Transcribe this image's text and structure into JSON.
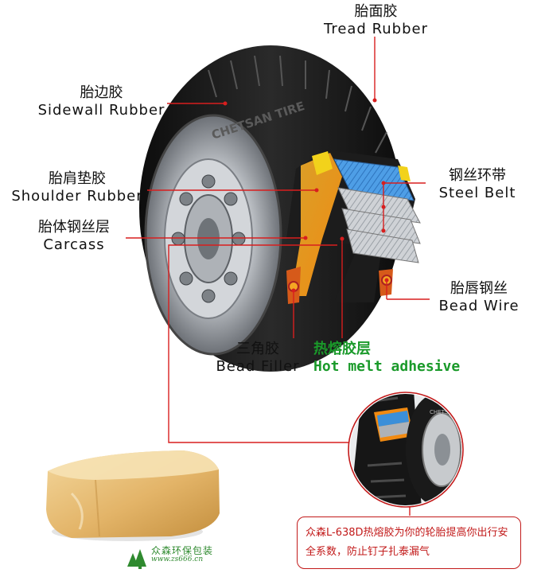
{
  "labels": {
    "tread_rubber": {
      "cn": "胎面胶",
      "en": "Tread Rubber"
    },
    "sidewall_rubber": {
      "cn": "胎边胶",
      "en": "Sidewall Rubber"
    },
    "shoulder_rubber": {
      "cn": "胎肩垫胶",
      "en": "Shoulder Rubber"
    },
    "carcass": {
      "cn": "胎体钢丝层",
      "en": "Carcass"
    },
    "steel_belt": {
      "cn": "钢丝环带",
      "en": "Steel Belt"
    },
    "bead_wire": {
      "cn": "胎唇钢丝",
      "en": "Bead Wire"
    },
    "bead_filler": {
      "cn": "三角胶",
      "en": "Bead Filler"
    },
    "hot_melt_adhesive": {
      "cn": "热熔胶层",
      "en": "Hot melt adhesive"
    }
  },
  "tire_sidewall_text": "CHETSAN TIRE",
  "inset_tire_text": "CHETSAN",
  "note": {
    "line1": "众森L-638D热熔胶为你的轮胎提高你出行安",
    "line2": "全系数，防止钉子扎泰漏气"
  },
  "brand": {
    "name": "众森环保包装",
    "url": "www.zs666.cn"
  },
  "colors": {
    "leader_line": "#d81e1e",
    "hot_melt_text": "#1a9a2a",
    "note_text": "#c21a1a",
    "brand_green": "#2f8a2f",
    "adhesive_block": "#e9c27a",
    "steel_belt_blue": "#3b8fd9"
  }
}
